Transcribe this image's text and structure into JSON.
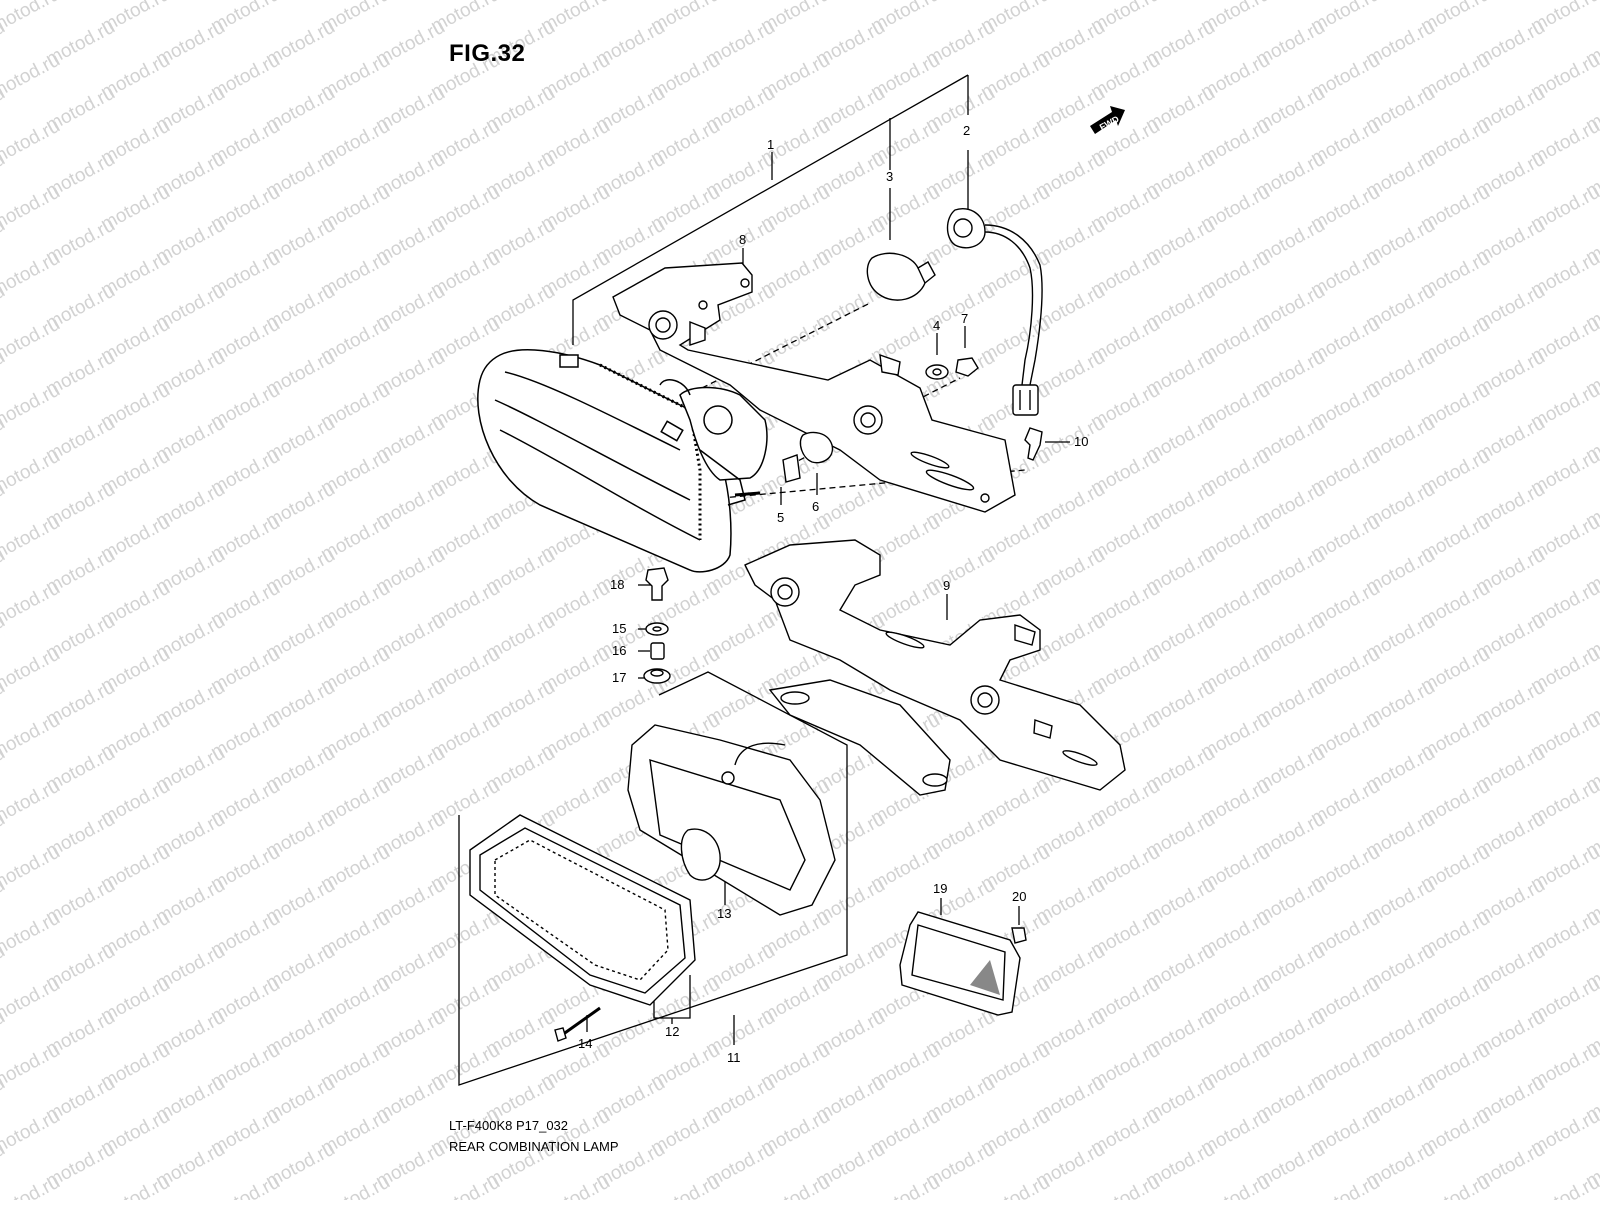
{
  "figure": {
    "title": "FIG.32",
    "model_code": "LT-F400K8 P17_032",
    "section_name": "REAR COMBINATION LAMP",
    "direction_label": "FWD",
    "watermark": "motod.ru"
  },
  "callouts": [
    "1",
    "2",
    "3",
    "4",
    "5",
    "6",
    "7",
    "8",
    "9",
    "10",
    "11",
    "12",
    "13",
    "14",
    "15",
    "16",
    "17",
    "18",
    "19",
    "20"
  ],
  "colors": {
    "line": "#000000",
    "watermark": "#d2d2d2",
    "background": "#ffffff"
  }
}
